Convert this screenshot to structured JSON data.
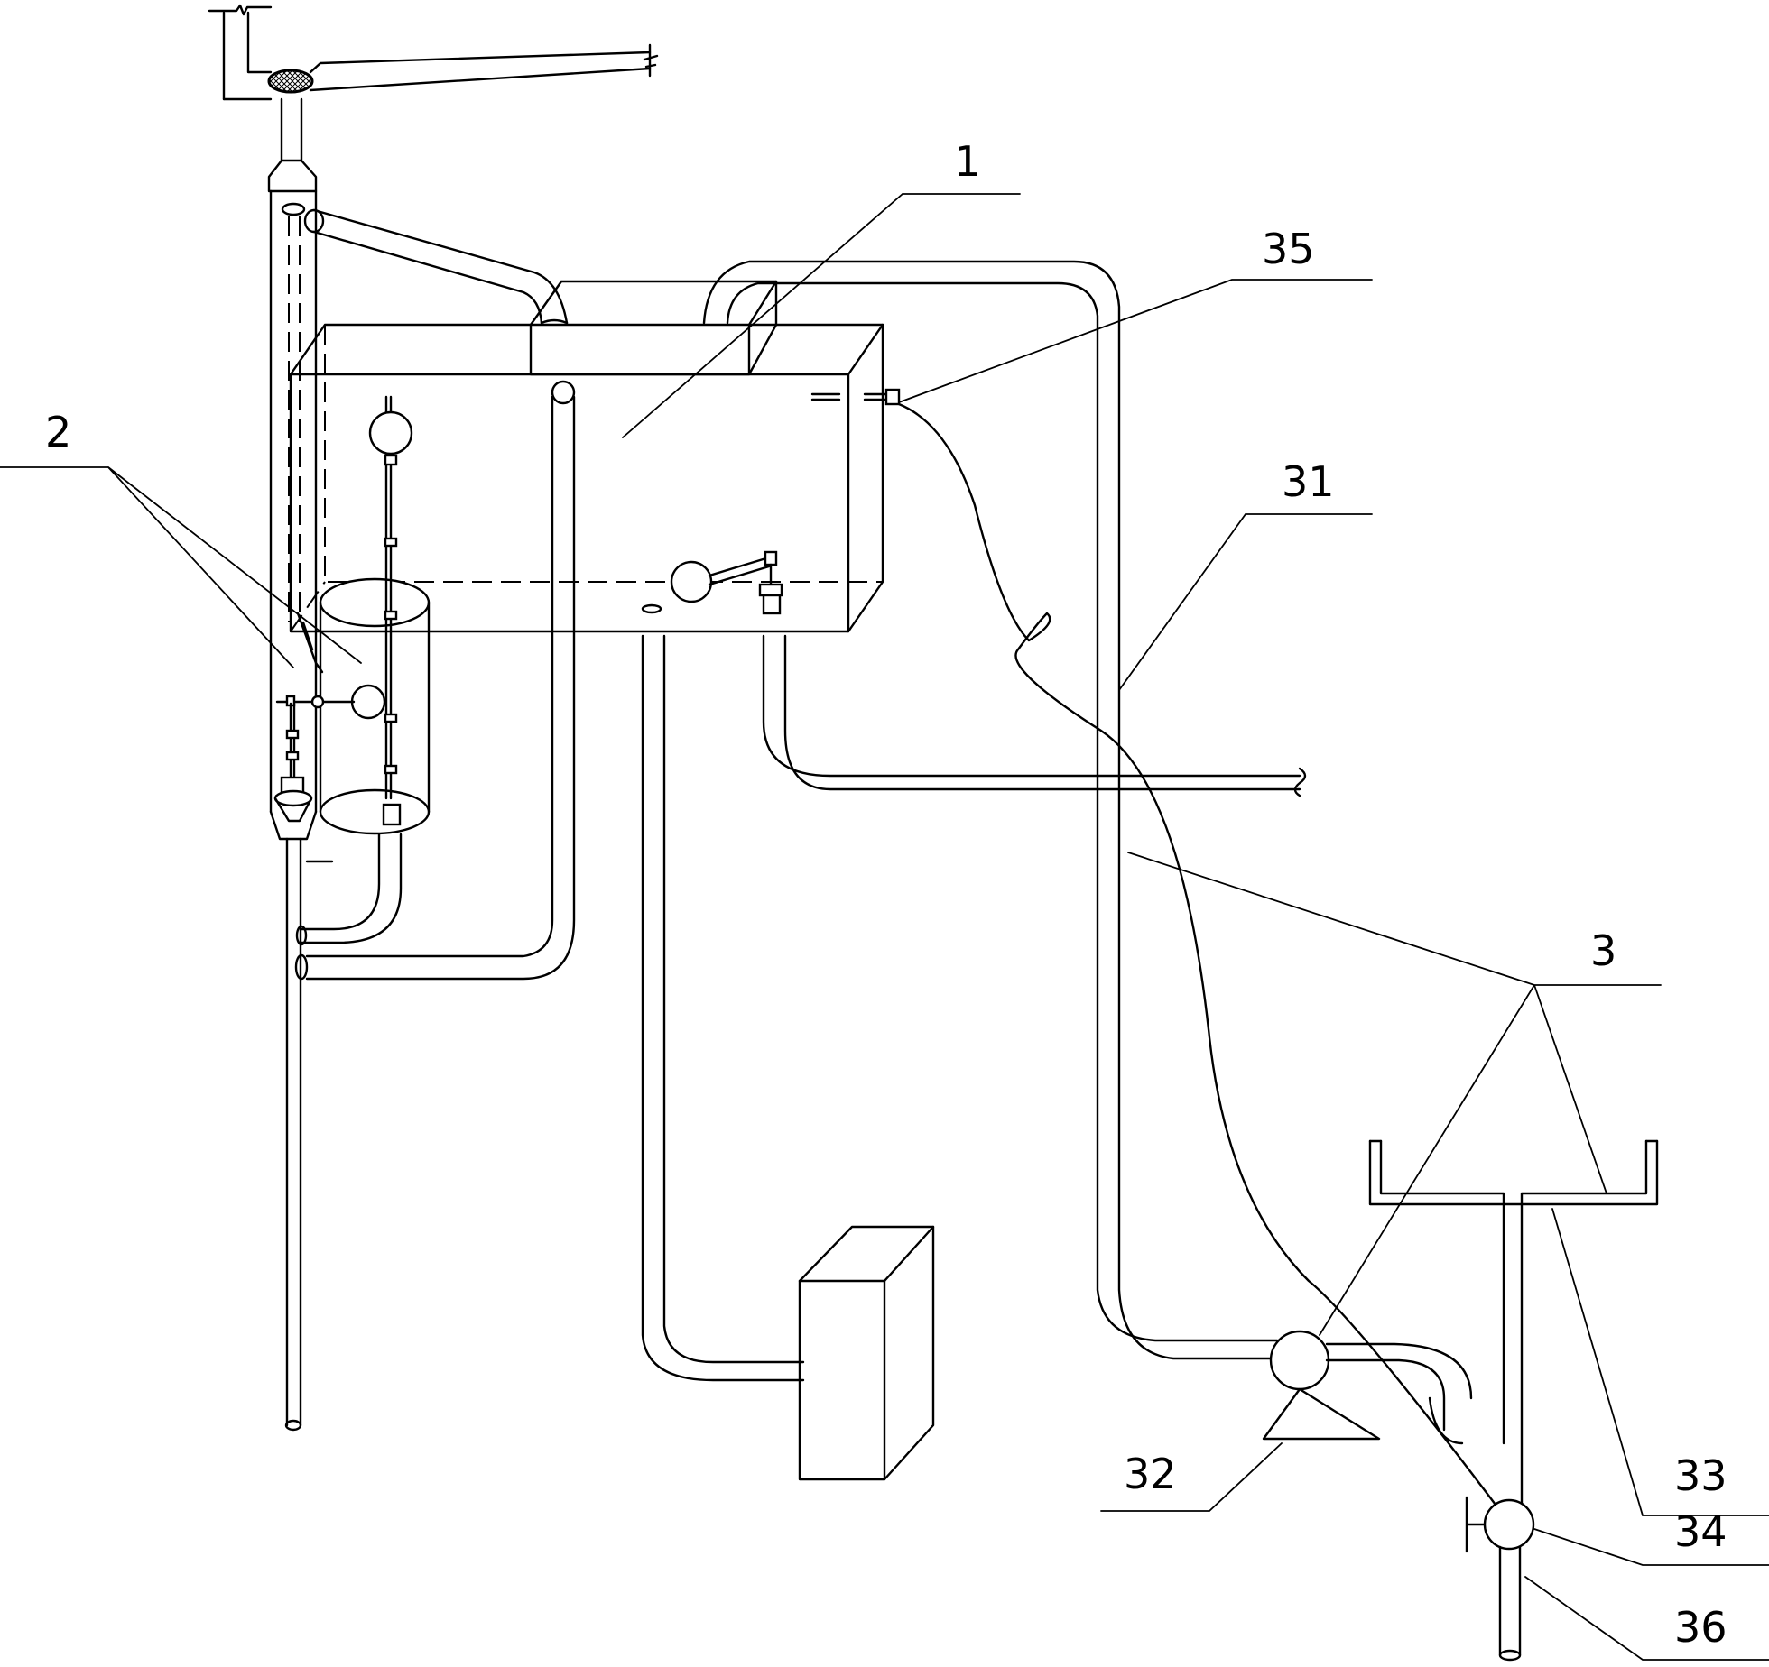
{
  "labels": {
    "tank": "1",
    "float_valve_assembly": "2",
    "pump_unit": "3",
    "outlet_pipe": "31",
    "pump": "32",
    "collection_tray": "33",
    "valve": "34",
    "sensor": "35",
    "drain_pipe": "36"
  }
}
